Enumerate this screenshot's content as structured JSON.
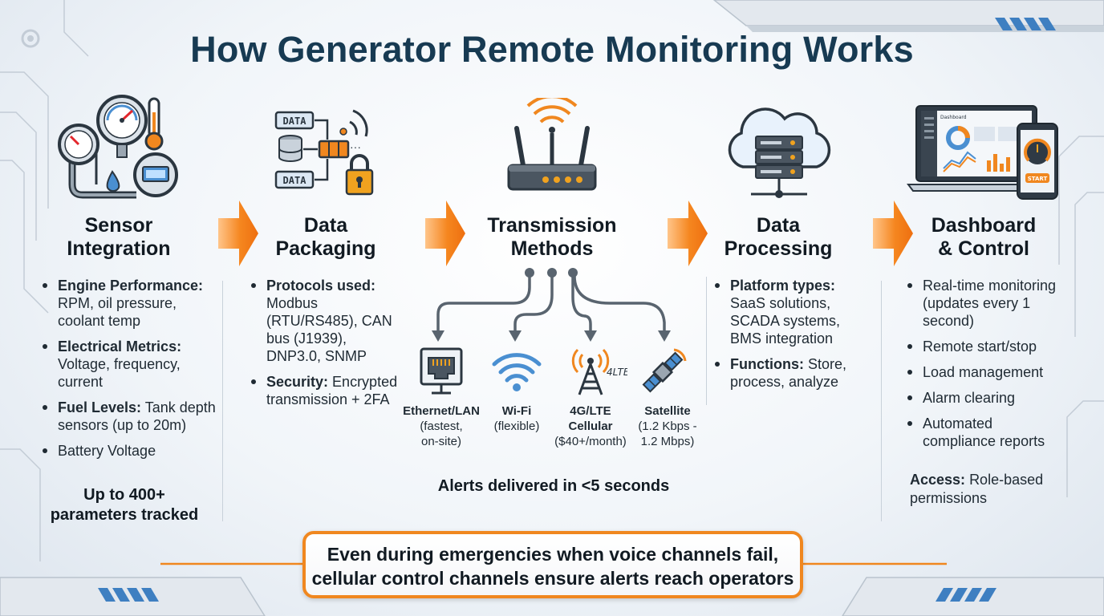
{
  "title": "How Generator Remote Monitoring Works",
  "colors": {
    "title": "#173a52",
    "accent_orange": "#f0871f",
    "icon_dark": "#2b3640",
    "icon_blue": "#4a8fd1"
  },
  "stages": [
    {
      "title_lines": [
        "Sensor",
        "Integration"
      ],
      "bullets": [
        {
          "bold": "Engine Performance:",
          "text": "RPM, oil pressure, coolant temp"
        },
        {
          "bold": "Electrical Metrics:",
          "text": "Voltage, frequency, current"
        },
        {
          "bold": "Fuel Levels:",
          "text": "Tank depth sensors (up to 20m)"
        },
        {
          "bold": "",
          "text": "Battery Voltage"
        }
      ],
      "emphasis_lines": [
        "Up to 400+",
        "parameters tracked"
      ],
      "icon": "gauges-sensors-icon"
    },
    {
      "title_lines": [
        "Data",
        "Packaging"
      ],
      "bullets": [
        {
          "bold": "Protocols used:",
          "text": "Modbus (RTU/RS485), CAN bus (J1939), DNP3.0, SNMP"
        },
        {
          "bold": "Security:",
          "text": "Encrypted transmission + 2FA"
        }
      ],
      "icon": "data-packaging-icon",
      "icon_labels": [
        "DATA",
        "DATA"
      ]
    },
    {
      "title_lines": [
        "Transmission",
        "Methods"
      ],
      "icon": "router-icon",
      "methods": [
        {
          "name": "Ethernet/LAN",
          "detail_lines": [
            "(fastest,",
            "on-site)"
          ],
          "icon": "ethernet-icon"
        },
        {
          "name": "Wi-Fi",
          "detail_lines": [
            "(flexible)"
          ],
          "icon": "wifi-icon"
        },
        {
          "name": "4G/LTE",
          "name2": "Cellular",
          "detail_lines": [
            "($40+/month)"
          ],
          "icon": "cell-tower-icon",
          "icon_label": "4LTE"
        },
        {
          "name": "Satellite",
          "detail_lines": [
            "(1.2 Kbps -",
            "1.2 Mbps)"
          ],
          "icon": "satellite-icon"
        }
      ],
      "alerts": "Alerts delivered in <5 seconds"
    },
    {
      "title_lines": [
        "Data",
        "Processing"
      ],
      "bullets": [
        {
          "bold": "Platform types:",
          "text": "SaaS solutions, SCADA systems, BMS integration"
        },
        {
          "bold": "Functions:",
          "text": "Store, process, analyze"
        }
      ],
      "icon": "cloud-server-icon"
    },
    {
      "title_lines": [
        "Dashboard",
        "& Control"
      ],
      "bullets": [
        {
          "bold": "",
          "text": "Real-time monitoring (updates every 1 second)"
        },
        {
          "bold": "",
          "text": "Remote start/stop"
        },
        {
          "bold": "",
          "text": "Load management"
        },
        {
          "bold": "",
          "text": "Alarm clearing"
        },
        {
          "bold": "",
          "text": "Automated compliance reports"
        }
      ],
      "access": {
        "bold": "Access:",
        "text": "Role-based permissions"
      },
      "icon": "laptop-phone-icon",
      "icon_labels": {
        "dashboard": "Dashboard",
        "start": "START"
      }
    }
  ],
  "banner_lines": [
    "Even during emergencies when voice channels fail,",
    "cellular control channels ensure alerts reach operators"
  ]
}
